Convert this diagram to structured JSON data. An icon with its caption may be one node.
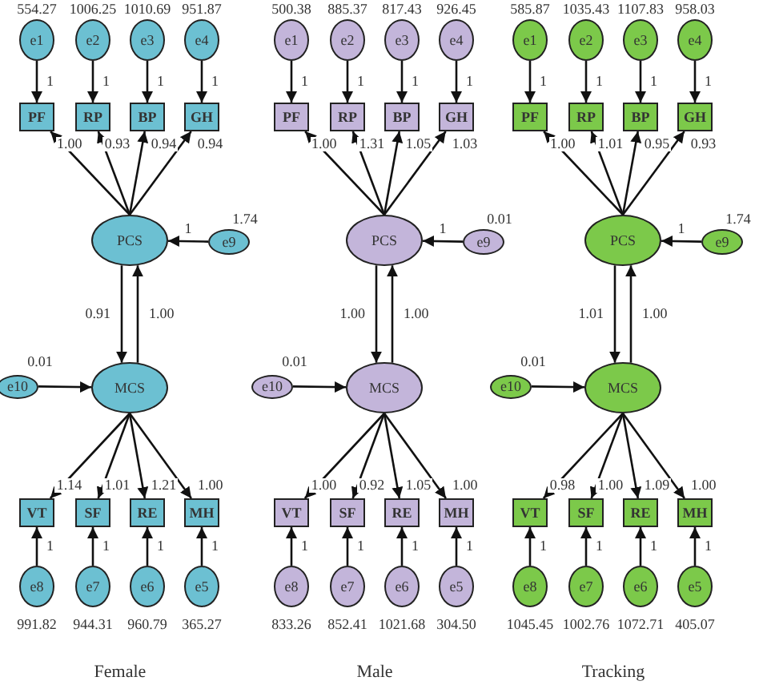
{
  "diagram": {
    "nodes": [
      {
        "text": [
          "e1"
        ],
        "beside": [
          "554.27"
        ]
      },
      {
        "text": [
          "e2"
        ],
        "beside": [
          "1006.25"
        ]
      },
      {
        "text": [
          "e3"
        ],
        "beside": [
          "1010.69"
        ]
      },
      {
        "text": [
          "e4"
        ],
        "beside": [
          "951.87"
        ]
      },
      {
        "text": [
          "PF"
        ]
      },
      {
        "text": [
          "RP"
        ]
      },
      {
        "text": [
          "BP"
        ]
      },
      {
        "text": [
          "GH"
        ]
      },
      {
        "text": [
          "PCS"
        ]
      },
      {
        "text": [
          "e9"
        ],
        "beside": [
          "1.74"
        ]
      },
      {
        "text": [
          "e10"
        ],
        "beside": [
          "0.01"
        ]
      },
      {
        "text": [
          "MCS"
        ]
      },
      {
        "text": [
          "VT"
        ]
      },
      {
        "text": [
          "SF"
        ]
      },
      {
        "text": [
          "RE"
        ]
      },
      {
        "text": [
          "MH"
        ]
      },
      {
        "text": [
          "e8"
        ],
        "beside": [
          "991.82"
        ]
      },
      {
        "text": [
          "e7"
        ],
        "beside": [
          "944.31"
        ]
      },
      {
        "text": [
          "e6"
        ],
        "beside": [
          "960.79"
        ]
      },
      {
        "text": [
          "e5"
        ],
        "beside": [
          "365.27"
        ]
      },
      {
        "text": [
          "e1"
        ],
        "beside": [
          "500.38"
        ]
      },
      {
        "text": [
          "e2"
        ],
        "beside": [
          "885.37"
        ]
      },
      {
        "text": [
          "e3"
        ],
        "beside": [
          "817.43"
        ]
      },
      {
        "text": [
          "e4"
        ],
        "beside": [
          "926.45"
        ]
      },
      {
        "text": [
          "PF"
        ]
      },
      {
        "text": [
          "RP"
        ]
      },
      {
        "text": [
          "BP"
        ]
      },
      {
        "text": [
          "GH"
        ]
      },
      {
        "text": [
          "PCS"
        ]
      },
      {
        "text": [
          "e9"
        ],
        "beside": [
          "0.01"
        ]
      },
      {
        "text": [
          "e10"
        ],
        "beside": [
          "0.01"
        ]
      },
      {
        "text": [
          "MCS"
        ]
      },
      {
        "text": [
          "VT"
        ]
      },
      {
        "text": [
          "SF"
        ]
      },
      {
        "text": [
          "RE"
        ]
      },
      {
        "text": [
          "MH"
        ]
      },
      {
        "text": [
          "e8"
        ],
        "beside": [
          "833.26"
        ]
      },
      {
        "text": [
          "e7"
        ],
        "beside": [
          "852.41"
        ]
      },
      {
        "text": [
          "e6"
        ],
        "beside": [
          "1021.68"
        ]
      },
      {
        "text": [
          "e5"
        ],
        "beside": [
          "304.50"
        ]
      },
      {
        "text": [
          "e1"
        ],
        "beside": [
          "585.87"
        ]
      },
      {
        "text": [
          "e2"
        ],
        "beside": [
          "1035.43"
        ]
      },
      {
        "text": [
          "e3"
        ],
        "beside": [
          "1107.83"
        ]
      },
      {
        "text": [
          "e4"
        ],
        "beside": [
          "958.03"
        ]
      },
      {
        "text": [
          "PF"
        ]
      },
      {
        "text": [
          "RP"
        ]
      },
      {
        "text": [
          "BP"
        ]
      },
      {
        "text": [
          "GH"
        ]
      },
      {
        "text": [
          "PCS"
        ]
      },
      {
        "text": [
          "e9"
        ],
        "beside": [
          "1.74"
        ]
      },
      {
        "text": [
          "e10"
        ],
        "beside": [
          "0.01"
        ]
      },
      {
        "text": [
          "MCS"
        ]
      },
      {
        "text": [
          "VT"
        ]
      },
      {
        "text": [
          "SF"
        ]
      },
      {
        "text": [
          "RE"
        ]
      },
      {
        "text": [
          "MH"
        ]
      },
      {
        "text": [
          "e8"
        ],
        "beside": [
          "1045.45"
        ]
      },
      {
        "text": [
          "e7"
        ],
        "beside": [
          "1002.76"
        ]
      },
      {
        "text": [
          "e6"
        ],
        "beside": [
          "1072.71"
        ]
      },
      {
        "text": [
          "e5"
        ],
        "beside": [
          "405.07"
        ]
      }
    ],
    "edges": [
      {
        "from": 0,
        "to": 4,
        "arrow": "to",
        "label": "1"
      },
      {
        "from": 1,
        "to": 5,
        "arrow": "to",
        "label": "1"
      },
      {
        "from": 2,
        "to": 6,
        "arrow": "to",
        "label": "1"
      },
      {
        "from": 3,
        "to": 7,
        "arrow": "to",
        "label": "1"
      },
      {
        "from": 8,
        "to": 4,
        "arrow": "to",
        "label": "1.00"
      },
      {
        "from": 8,
        "to": 5,
        "arrow": "to",
        "label": "0.93"
      },
      {
        "from": 8,
        "to": 6,
        "arrow": "to",
        "label": "0.94"
      },
      {
        "from": 8,
        "to": 7,
        "arrow": "to",
        "label": "0.94"
      },
      {
        "from": 9,
        "to": 8,
        "arrow": "to",
        "label": "1"
      },
      {
        "from": 8,
        "to": 11,
        "arrow": "to",
        "label": "0.91"
      },
      {
        "from": 11,
        "to": 8,
        "arrow": "to",
        "label": "1.00"
      },
      {
        "from": 10,
        "to": 11,
        "arrow": "to"
      },
      {
        "from": 11,
        "to": 12,
        "arrow": "to",
        "label": "1.14"
      },
      {
        "from": 11,
        "to": 13,
        "arrow": "to",
        "label": "1.01"
      },
      {
        "from": 11,
        "to": 14,
        "arrow": "to",
        "label": "1.21"
      },
      {
        "from": 11,
        "to": 15,
        "arrow": "to",
        "label": "1.00"
      },
      {
        "from": 16,
        "to": 12,
        "arrow": "to",
        "label": "1"
      },
      {
        "from": 17,
        "to": 13,
        "arrow": "to",
        "label": "1"
      },
      {
        "from": 18,
        "to": 14,
        "arrow": "to",
        "label": "1"
      },
      {
        "from": 19,
        "to": 15,
        "arrow": "to",
        "label": "1"
      },
      {
        "from": 20,
        "to": 24,
        "arrow": "to",
        "label": "1"
      },
      {
        "from": 21,
        "to": 25,
        "arrow": "to",
        "label": "1"
      },
      {
        "from": 22,
        "to": 26,
        "arrow": "to",
        "label": "1"
      },
      {
        "from": 23,
        "to": 27,
        "arrow": "to",
        "label": "1"
      },
      {
        "from": 28,
        "to": 24,
        "arrow": "to",
        "label": "1.00"
      },
      {
        "from": 28,
        "to": 25,
        "arrow": "to",
        "label": "1.31"
      },
      {
        "from": 28,
        "to": 26,
        "arrow": "to",
        "label": "1.05"
      },
      {
        "from": 28,
        "to": 27,
        "arrow": "to",
        "label": "1.03"
      },
      {
        "from": 29,
        "to": 28,
        "arrow": "to",
        "label": "1"
      },
      {
        "from": 28,
        "to": 31,
        "arrow": "to",
        "label": "1.00"
      },
      {
        "from": 31,
        "to": 28,
        "arrow": "to",
        "label": "1.00"
      },
      {
        "from": 30,
        "to": 31,
        "arrow": "to"
      },
      {
        "from": 31,
        "to": 32,
        "arrow": "to",
        "label": "1.00"
      },
      {
        "from": 31,
        "to": 33,
        "arrow": "to",
        "label": "0.92"
      },
      {
        "from": 31,
        "to": 34,
        "arrow": "to",
        "label": "1.05"
      },
      {
        "from": 31,
        "to": 35,
        "arrow": "to",
        "label": "1.00"
      },
      {
        "from": 36,
        "to": 32,
        "arrow": "to",
        "label": "1"
      },
      {
        "from": 37,
        "to": 33,
        "arrow": "to",
        "label": "1"
      },
      {
        "from": 38,
        "to": 34,
        "arrow": "to",
        "label": "1"
      },
      {
        "from": 39,
        "to": 35,
        "arrow": "to",
        "label": "1"
      },
      {
        "from": 40,
        "to": 44,
        "arrow": "to",
        "label": "1"
      },
      {
        "from": 41,
        "to": 45,
        "arrow": "to",
        "label": "1"
      },
      {
        "from": 42,
        "to": 46,
        "arrow": "to",
        "label": "1"
      },
      {
        "from": 43,
        "to": 47,
        "arrow": "to",
        "label": "1"
      },
      {
        "from": 48,
        "to": 44,
        "arrow": "to",
        "label": "1.00"
      },
      {
        "from": 48,
        "to": 45,
        "arrow": "to",
        "label": "1.01"
      },
      {
        "from": 48,
        "to": 46,
        "arrow": "to",
        "label": "0.95"
      },
      {
        "from": 48,
        "to": 47,
        "arrow": "to",
        "label": "0.93"
      },
      {
        "from": 49,
        "to": 48,
        "arrow": "to",
        "label": "1"
      },
      {
        "from": 48,
        "to": 51,
        "arrow": "to",
        "label": "1.01"
      },
      {
        "from": 51,
        "to": 48,
        "arrow": "to",
        "label": "1.00"
      },
      {
        "from": 50,
        "to": 51,
        "arrow": "to"
      },
      {
        "from": 51,
        "to": 52,
        "arrow": "to",
        "label": "0.98"
      },
      {
        "from": 51,
        "to": 53,
        "arrow": "to",
        "label": "1.00"
      },
      {
        "from": 51,
        "to": 54,
        "arrow": "to",
        "label": "1.09"
      },
      {
        "from": 51,
        "to": 55,
        "arrow": "to",
        "label": "1.00"
      },
      {
        "from": 56,
        "to": 52,
        "arrow": "to",
        "label": "1"
      },
      {
        "from": 57,
        "to": 53,
        "arrow": "to",
        "label": "1"
      },
      {
        "from": 58,
        "to": 54,
        "arrow": "to",
        "label": "1"
      },
      {
        "from": 59,
        "to": 55,
        "arrow": "to",
        "label": "1"
      }
    ],
    "labels": [
      "Female",
      "Male",
      "Tracking"
    ]
  }
}
